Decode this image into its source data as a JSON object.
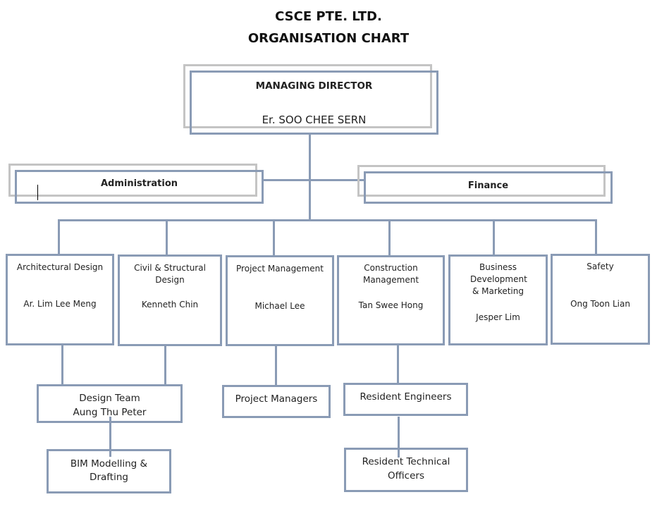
{
  "title": {
    "line1": "CSCE PTE. LTD.",
    "line2": "ORGANISATION CHART"
  },
  "md": {
    "role": "MANAGING DIRECTOR",
    "name": "Er. SOO CHEE SERN"
  },
  "staff": {
    "admin": "Administration",
    "finance": "Finance"
  },
  "departments": [
    {
      "dept": "Architectural Design",
      "head": "Ar. Lim Lee Meng"
    },
    {
      "dept": "Civil & Structural Design",
      "head": "Kenneth Chin"
    },
    {
      "dept": "Project Management",
      "head": "Michael Lee"
    },
    {
      "dept": "Construction Management",
      "head": "Tan Swee Hong"
    },
    {
      "dept": "Business Development & Marketing",
      "head": "Jesper Lim"
    },
    {
      "dept": "Safety",
      "head": "Ong Toon Lian"
    }
  ],
  "sub": {
    "design_team": {
      "role": "Design Team",
      "name": "Aung Thu Peter"
    },
    "bim": {
      "line1": "BIM Modelling &",
      "line2": "Drafting"
    },
    "project_managers": "Project Managers",
    "resident_engineers": "Resident Engineers",
    "rto": {
      "line1": "Resident Technical",
      "line2": "Officers"
    }
  },
  "colors": {
    "box_border": "#8a9bb5",
    "shadow_border": "#c4c4c4"
  }
}
